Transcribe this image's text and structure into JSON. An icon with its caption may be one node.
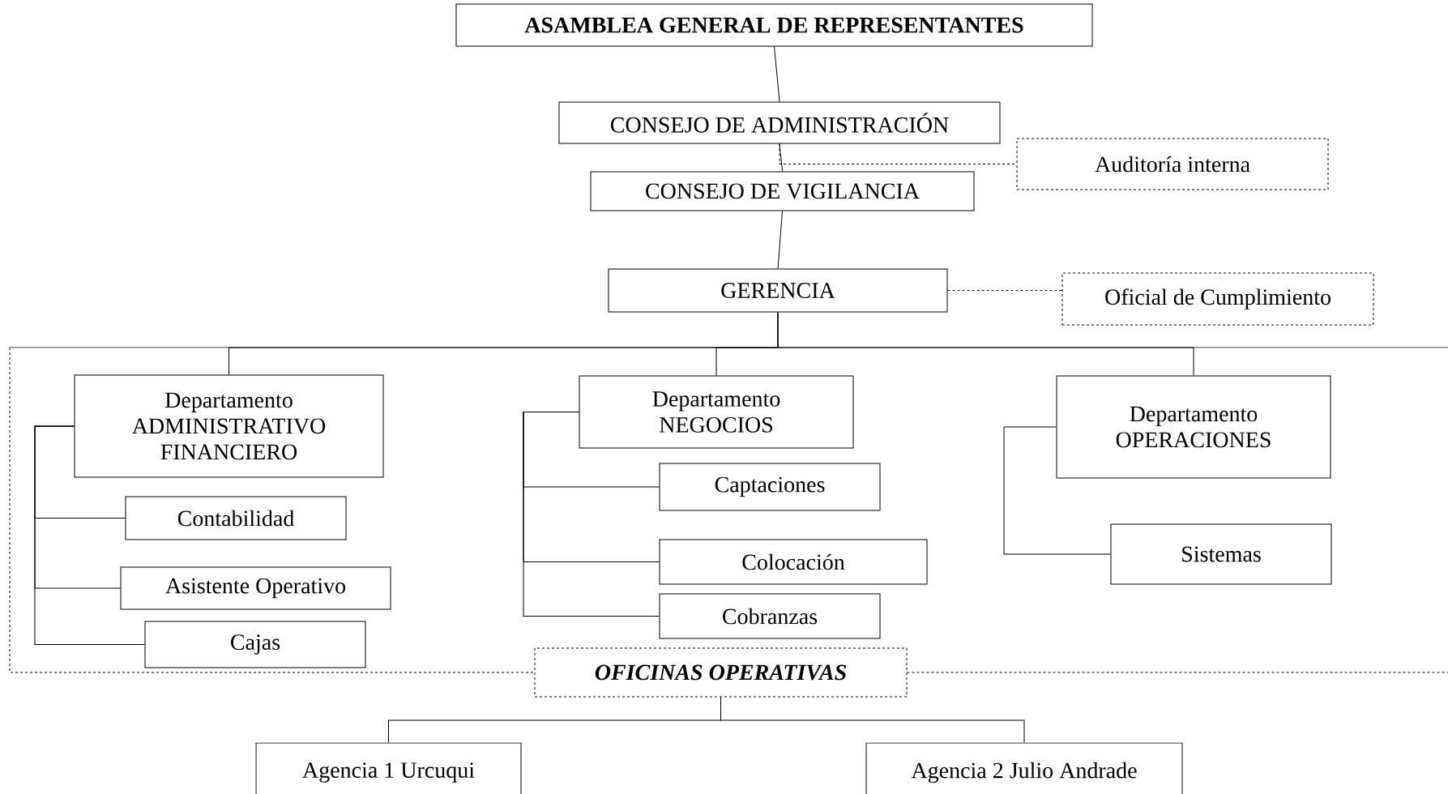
{
  "diagram": {
    "nodes": [
      {
        "text": [
          "ASAMBLEA GENERAL DE REPRESENTANTES"
        ]
      },
      {
        "text": [
          "CONSEJO DE ADMINISTRACIÓN"
        ]
      },
      {
        "text": [
          "Auditoría interna"
        ]
      },
      {
        "text": [
          "CONSEJO DE VIGILANCIA"
        ]
      },
      {
        "text": [
          "GERENCIA"
        ]
      },
      {
        "text": [
          "Oficial de Cumplimiento"
        ]
      },
      {
        "text": [
          "Departamento ADMINISTRATIVO FINANCIERO"
        ]
      },
      {
        "text": [
          "Contabilidad"
        ]
      },
      {
        "text": [
          "Asistente Operativo"
        ]
      },
      {
        "text": [
          "Cajas"
        ]
      },
      {
        "text": [
          "Departamento NEGOCIOS"
        ]
      },
      {
        "text": [
          "Captaciones"
        ]
      },
      {
        "text": [
          "Colocación"
        ]
      },
      {
        "text": [
          "Cobranzas"
        ]
      },
      {
        "text": [
          "Departamento OPERACIONES"
        ]
      },
      {
        "text": [
          "Sistemas"
        ]
      },
      {
        "text": [
          "OFICINAS OPERATIVAS"
        ]
      },
      {
        "text": [
          "Agencia 1 Urcuqui"
        ]
      },
      {
        "text": [
          "Agencia 2 Julio Andrade"
        ]
      }
    ],
    "edges": [
      {
        "from": 0,
        "to": 1,
        "arrow": "none"
      },
      {
        "from": 1,
        "to": 2,
        "arrow": "none",
        "style": "dashed"
      },
      {
        "from": 1,
        "to": 3,
        "arrow": "none"
      },
      {
        "from": 3,
        "to": 4,
        "arrow": "none"
      },
      {
        "from": 4,
        "to": 5,
        "arrow": "none",
        "style": "dashed"
      },
      {
        "from": 4,
        "to": 6,
        "arrow": "none"
      },
      {
        "from": 4,
        "to": 10,
        "arrow": "none"
      },
      {
        "from": 4,
        "to": 14,
        "arrow": "none"
      },
      {
        "from": 6,
        "to": 7,
        "arrow": "none"
      },
      {
        "from": 6,
        "to": 8,
        "arrow": "none"
      },
      {
        "from": 6,
        "to": 9,
        "arrow": "none"
      },
      {
        "from": 10,
        "to": 11,
        "arrow": "none"
      },
      {
        "from": 10,
        "to": 12,
        "arrow": "none"
      },
      {
        "from": 10,
        "to": 13,
        "arrow": "none"
      },
      {
        "from": 14,
        "to": 15,
        "arrow": "none"
      },
      {
        "from": 16,
        "to": 17,
        "arrow": "none"
      },
      {
        "from": 16,
        "to": 18,
        "arrow": "none"
      }
    ]
  }
}
